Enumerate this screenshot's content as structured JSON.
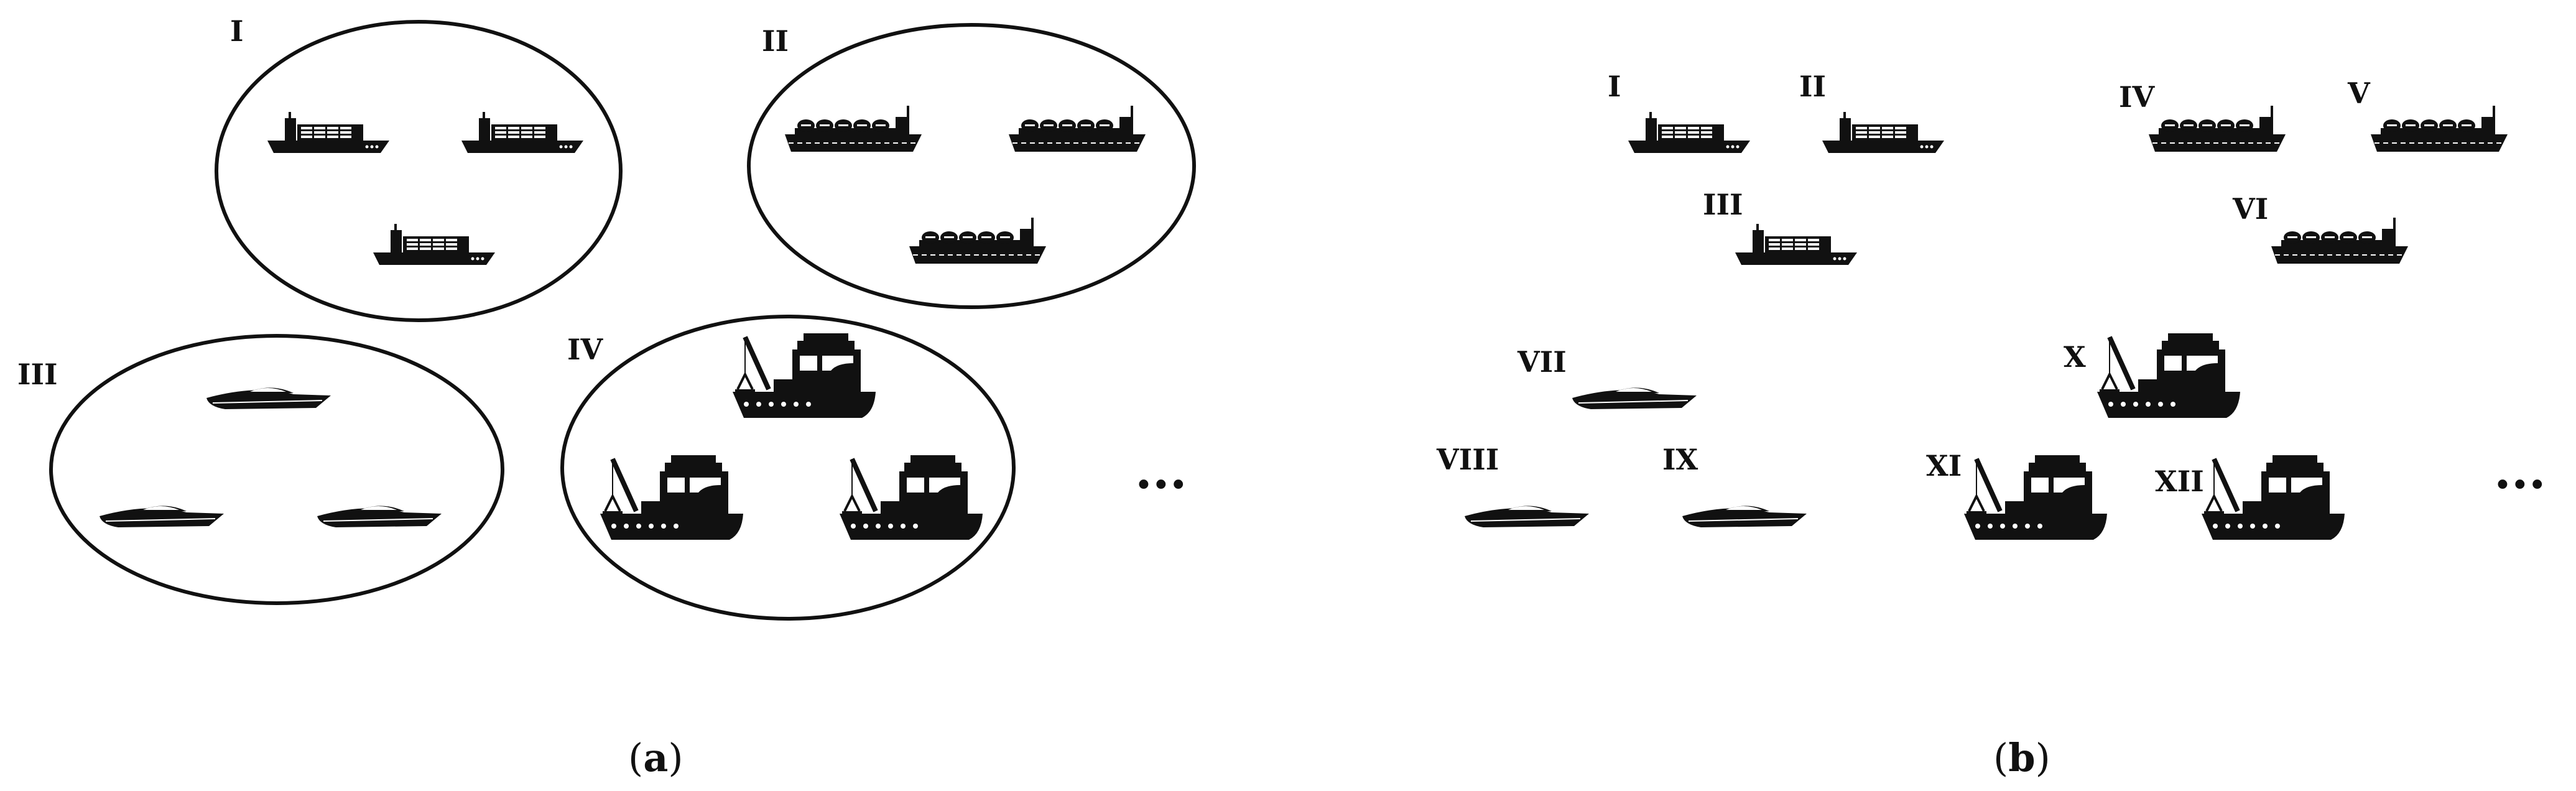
{
  "panel_a": {
    "groups": [
      {
        "label": "I",
        "ship": "container-ship-icon"
      },
      {
        "label": "II",
        "ship": "tanker-ship-icon"
      },
      {
        "label": "III",
        "ship": "speedboat-icon"
      },
      {
        "label": "IV",
        "ship": "crane-vessel-icon"
      }
    ],
    "ellipsis": "...",
    "caption_open": "(",
    "caption_letter": "a",
    "caption_close": ")"
  },
  "panel_b": {
    "labels": [
      "I",
      "II",
      "III",
      "IV",
      "V",
      "VI",
      "VII",
      "VIII",
      "IX",
      "X",
      "XI",
      "XII"
    ],
    "ellipsis": "...",
    "caption_open": "(",
    "caption_letter": "b",
    "caption_close": ")"
  },
  "colors": {
    "ink": "#111111",
    "background": "#ffffff"
  }
}
